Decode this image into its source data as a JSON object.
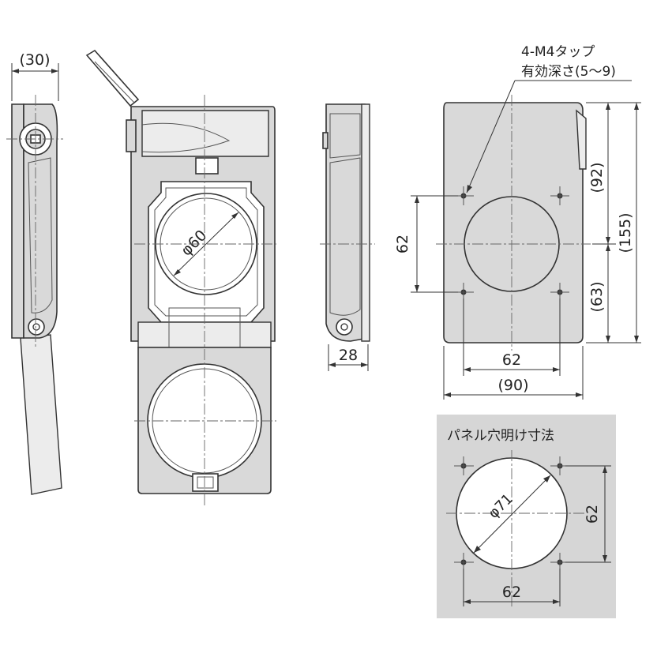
{
  "labels": {
    "side_depth": "(30)",
    "back_depth": "28",
    "front_hole_dia": "φ60",
    "tap_spec_line1": "4-M4タップ",
    "tap_spec_line2": "有効深さ(5～9)",
    "hole_pitch_v": "62",
    "hole_pitch_h": "62",
    "total_width": "(90)",
    "upper_height": "(92)",
    "total_height": "(155)",
    "lower_height": "(63)",
    "panel_title": "パネル穴明け寸法",
    "panel_hole_dia": "φ71",
    "panel_pitch_v": "62",
    "panel_pitch_h": "62"
  },
  "colors": {
    "body_gray": "#d9d9d9",
    "panel_gray": "#d6d6d6",
    "line": "#333333"
  }
}
